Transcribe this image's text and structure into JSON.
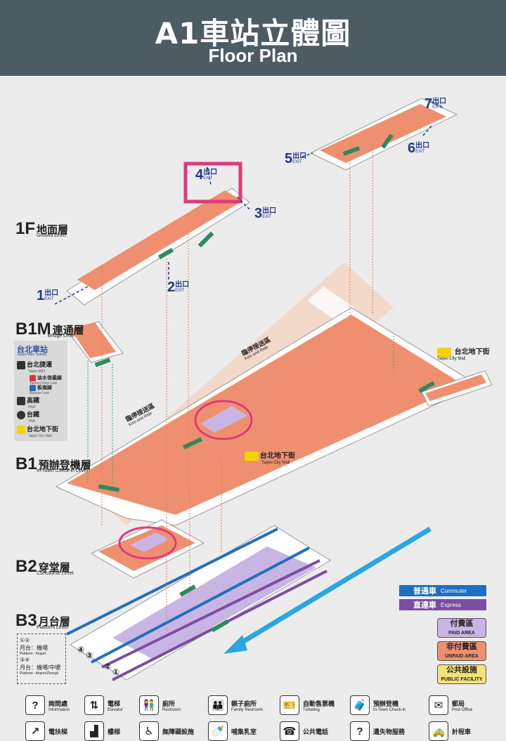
{
  "header": {
    "title_zh": "A1車站立體圖",
    "title_en": "Floor Plan"
  },
  "levels": {
    "f1": {
      "code": "1F",
      "zh": "地面層",
      "en": "Ground Level"
    },
    "b1m": {
      "code": "B1M",
      "zh": "連通層",
      "en": "Bridge Level"
    },
    "b1": {
      "code": "B1",
      "zh": "預辦登機層",
      "en": "In-Town Check-in Level"
    },
    "b2": {
      "code": "B2",
      "zh": "穿堂層",
      "en": "Concourse Level"
    },
    "b3": {
      "code": "B3",
      "zh": "月台層",
      "en": "Platform Level"
    }
  },
  "exits": {
    "exit_zh": "出口",
    "exit_en": "EXIT",
    "e1": "1",
    "e2": "2",
    "e3": "3",
    "e4": "4",
    "e5": "5",
    "e6": "6",
    "e7": "7"
  },
  "taipei_station": {
    "title": "台北車站",
    "subtitle": "Taipei Main Station",
    "mrt_zh": "台北捷運",
    "mrt_en": "Taipei MRT",
    "red_zh": "淡水信義線",
    "red_en": "Tamsui-Xinyi Line",
    "blue_zh": "板南線",
    "blue_en": "Bannan Line",
    "hsr_zh": "高鐵",
    "hsr_en": "HSR",
    "tra_zh": "台鐵",
    "tra_en": "TRA",
    "mall_zh": "台北地下街",
    "mall_en": "Taipei City Mall"
  },
  "map_labels": {
    "kiss_ride_zh": "臨停接送區",
    "kiss_ride_en": "Kiss and Ride",
    "mall_zh": "台北地下街",
    "mall_en": "Taipei City Mall",
    "right_mall_zh": "台北地下街",
    "right_mall_en": "Taipei City Mall"
  },
  "train_types": {
    "commuter_zh": "普通車",
    "commuter_en": "Commuter",
    "commuter_color": "#1f6fbf",
    "express_zh": "直達車",
    "express_en": "Express",
    "express_color": "#7a4ea3"
  },
  "areas": {
    "paid_zh": "付費區",
    "paid_en": "PAID AREA",
    "paid_color": "#c9b5e3",
    "unpaid_zh": "非付費區",
    "unpaid_en": "UNPAID AREA",
    "unpaid_color": "#ee9070",
    "public_zh": "公共設施",
    "public_en": "PUBLIC FACILITY",
    "public_color": "#f3e27a"
  },
  "platform_note": {
    "p12": "①②",
    "p12_zh": "月台：機場",
    "p12_en": "Platform : Airport",
    "p34": "③④",
    "p34_zh": "月台：機場/中壢",
    "p34_en": "Platform : Airport/Zhongli"
  },
  "platform_numbers": [
    "④",
    "③",
    "②",
    "①"
  ],
  "facilities_row1": [
    {
      "icon": "question-icon",
      "glyph": "?",
      "zh": "詢問處",
      "en": "Information"
    },
    {
      "icon": "elevator-icon",
      "glyph": "⇅",
      "zh": "電梯",
      "en": "Elevator"
    },
    {
      "icon": "restroom-icon",
      "glyph": "👫",
      "zh": "廁所",
      "en": "Restroom"
    },
    {
      "icon": "family-restroom-icon",
      "glyph": "👪",
      "zh": "親子廁所",
      "en": "Family Restroom"
    },
    {
      "icon": "ticket-machine-icon",
      "glyph": "🎫",
      "zh": "自動售票機",
      "en": "Ticketing"
    },
    {
      "icon": "checkin-icon",
      "glyph": "🧳",
      "zh": "預辦登機",
      "en": "In-Town Check-in"
    },
    {
      "icon": "mail-icon",
      "glyph": "✉",
      "zh": "郵局",
      "en": "Post Office"
    }
  ],
  "facilities_row2": [
    {
      "icon": "escalator-icon",
      "glyph": "↗",
      "zh": "電扶梯"
    },
    {
      "icon": "stairs-icon",
      "glyph": "▟",
      "zh": "樓梯"
    },
    {
      "icon": "wheelchair-icon",
      "glyph": "♿",
      "zh": "無障礙設施"
    },
    {
      "icon": "nursing-room-icon",
      "glyph": "🍼",
      "zh": "哺集乳室"
    },
    {
      "icon": "phone-icon",
      "glyph": "☎",
      "zh": "公共電話"
    },
    {
      "icon": "lost-found-icon",
      "glyph": "?",
      "zh": "遺失物服務"
    },
    {
      "icon": "taxi-icon",
      "glyph": "🚕",
      "zh": "計程車"
    }
  ],
  "colors": {
    "header": "#4d5b63",
    "unpaid_floor": "#ee9070",
    "paid_floor": "#c9b5e3",
    "highlight": "#e0397a",
    "arrow": "#2aa6e3",
    "exit_text": "#1f3a8a"
  }
}
